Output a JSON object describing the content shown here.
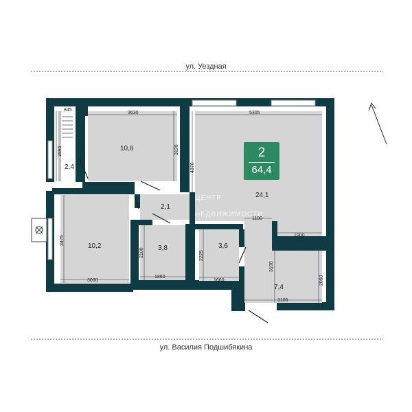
{
  "streets": {
    "top": "ул. Уездная",
    "bottom": "ул. Василия Подшибякина"
  },
  "apartment": {
    "rooms": "2",
    "area": "64,4"
  },
  "watermark": {
    "line1": "ЦЕНТР",
    "line2": "НЕДВИЖИМОСТИ"
  },
  "rooms": [
    {
      "id": "bedroom-top",
      "area": "10,8"
    },
    {
      "id": "balcony",
      "area": "2,4"
    },
    {
      "id": "living",
      "area": "24,1"
    },
    {
      "id": "hall",
      "area": "2,1"
    },
    {
      "id": "bedroom-left",
      "area": "10,2"
    },
    {
      "id": "bathroom",
      "area": "3,8"
    },
    {
      "id": "toilet",
      "area": "3,6"
    },
    {
      "id": "corridor",
      "area": "7,4"
    }
  ],
  "dimensions": {
    "balcony_width": "845",
    "balcony_height": "2895",
    "bedroom_top_width": "3630",
    "bedroom_top_height": "3120",
    "living_width": "5305",
    "living_height": "4370",
    "bedroom_left_height": "3475",
    "bedroom_left_width": "3000",
    "bathroom_height": "2100",
    "bathroom_width": "1860",
    "toilet_height": "2225",
    "toilet_width": "1660",
    "corridor_gap": "1100",
    "living_notch": "1900",
    "corridor_height": "3100",
    "corridor_right_height": "2050",
    "corridor_width": "3105"
  }
}
